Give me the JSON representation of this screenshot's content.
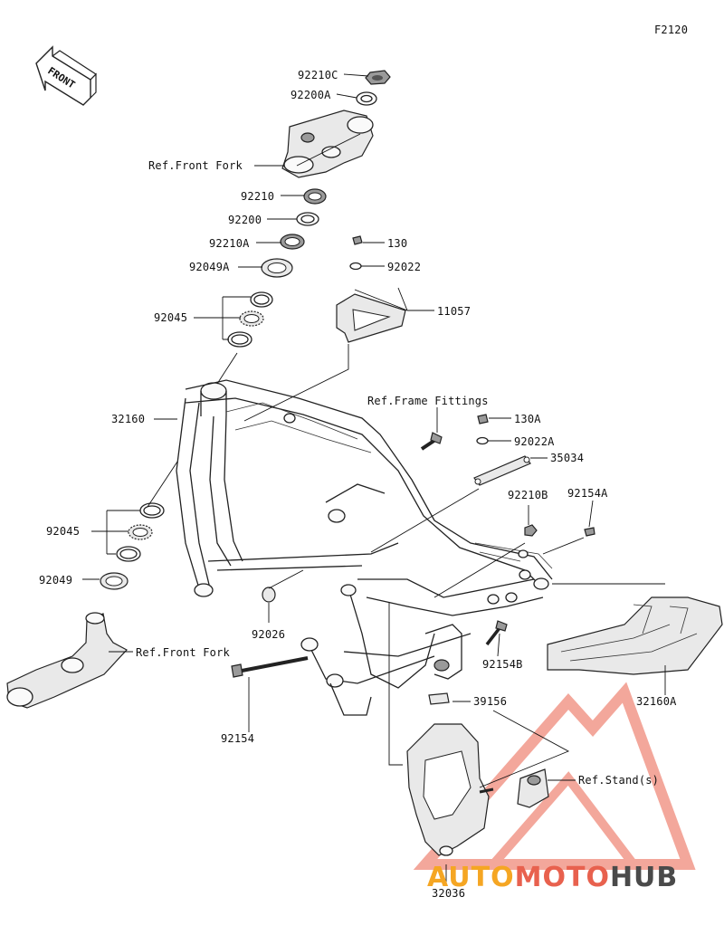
{
  "page_code": "F2120",
  "front_arrow": "FRONT",
  "labels": {
    "p92210C": "92210C",
    "p92200A": "92200A",
    "ref_front_fork_top": "Ref.Front Fork",
    "p92210": "92210",
    "p92200": "92200",
    "p92210A": "92210A",
    "p92049A": "92049A",
    "p92045_top": "92045",
    "p130": "130",
    "p92022": "92022",
    "p11057": "11057",
    "ref_frame_fittings": "Ref.Frame Fittings",
    "p130A": "130A",
    "p92022A": "92022A",
    "p35034": "35034",
    "p32160": "32160",
    "p92210B": "92210B",
    "p92154A": "92154A",
    "p92045_bottom": "92045",
    "p92049": "92049",
    "p92026": "92026",
    "ref_front_fork_bottom": "Ref.Front Fork",
    "p92154B": "92154B",
    "p32160A": "32160A",
    "p92154": "92154",
    "p39156": "39156",
    "ref_stands": "Ref.Stand(s)",
    "p32036": "32036"
  },
  "watermark": {
    "part1": "AUTO",
    "part2": "MOTO",
    "part3": "HUB",
    "color1": "#f5a623",
    "color2": "#e8614e",
    "color3": "#4a4a4a"
  }
}
